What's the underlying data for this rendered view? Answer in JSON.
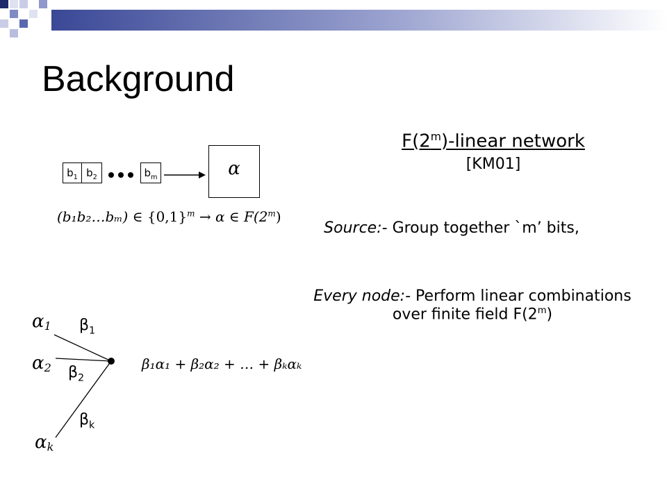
{
  "title": "Background",
  "network_heading": {
    "prefix": "F(2",
    "sup": "m",
    "suffix": ")-linear network"
  },
  "citation": "[KM01]",
  "source_line": {
    "label": "Source:-",
    "text": "Group together `m’ bits,"
  },
  "every_node": {
    "label": "Every node:-",
    "line1": "Perform linear combinations",
    "line2_prefix": "over finite field F(2",
    "line2_sup": "m",
    "line2_suffix": ")"
  },
  "bits": {
    "b1": "b",
    "b1_sub": "1",
    "b2": "b",
    "b2_sub": "2",
    "bm": "b",
    "bm_sub": "m"
  },
  "alpha_box_symbol": "α",
  "mapping_formula": {
    "lhs": "(b₁b₂…bₘ)",
    "in1": "∈",
    "set": "{0,1}",
    "set_sup": "m",
    "arrow": "→ α ∈ F(2",
    "field_sup": "m",
    "close": ")"
  },
  "inputs": [
    {
      "alpha": "α",
      "sub": "1",
      "beta": "β",
      "beta_sub": "1"
    },
    {
      "alpha": "α",
      "sub": "2",
      "beta": "β",
      "beta_sub": "2"
    },
    {
      "alpha": "α",
      "sub": "k",
      "beta": "β",
      "beta_sub": "k"
    }
  ],
  "combination_formula": "β₁α₁ + β₂α₂ + … + βₖαₖ",
  "colors": {
    "logo_dark": "#1f2a6b",
    "logo_mid": "#5a68b0",
    "logo_light": "#b8bedd",
    "bar_start": "#2b3a8a",
    "bar_end": "#ffffff"
  }
}
